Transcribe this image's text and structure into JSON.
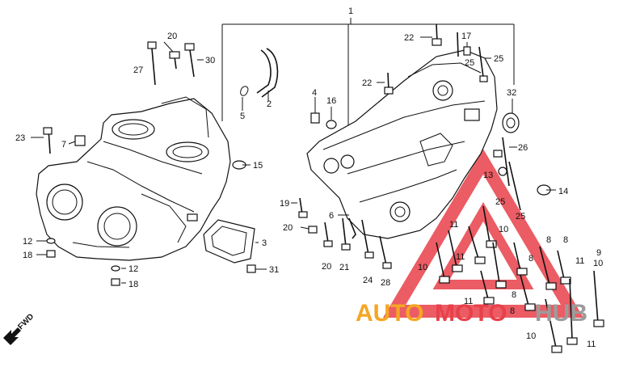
{
  "diagram": {
    "labels": {
      "l1": "1",
      "l2": "2",
      "l3": "3",
      "l4": "4",
      "l5": "5",
      "l6": "6",
      "l7": "7",
      "l8a": "8",
      "l8b": "8",
      "l8c": "8",
      "l8d": "8",
      "l8e": "8",
      "l9": "9",
      "l10a": "10",
      "l10b": "10",
      "l10c": "10",
      "l10d": "10",
      "l11a": "11",
      "l11b": "11",
      "l11c": "11",
      "l11d": "11",
      "l11e": "11",
      "l12a": "12",
      "l12b": "12",
      "l13": "13",
      "l14": "14",
      "l15": "15",
      "l16": "16",
      "l17": "17",
      "l18a": "18",
      "l18b": "18",
      "l19": "19",
      "l20a": "20",
      "l20b": "20",
      "l20c": "20",
      "l21": "21",
      "l22a": "22",
      "l22b": "22",
      "l23": "23",
      "l24": "24",
      "l25a": "25",
      "l25b": "25",
      "l25c": "25",
      "l25d": "25",
      "l26": "26",
      "l27": "27",
      "l28": "28",
      "l30": "30",
      "l31": "31",
      "l32": "32"
    },
    "fwd_label": "FWD"
  },
  "watermark": {
    "auto": "AUTO",
    "moto": "MOTO",
    "hub": "HUB",
    "colors": {
      "auto": "#f5a623",
      "moto": "#e8404a",
      "hub": "#9b9b9b",
      "triangle": "#e8404a"
    }
  }
}
